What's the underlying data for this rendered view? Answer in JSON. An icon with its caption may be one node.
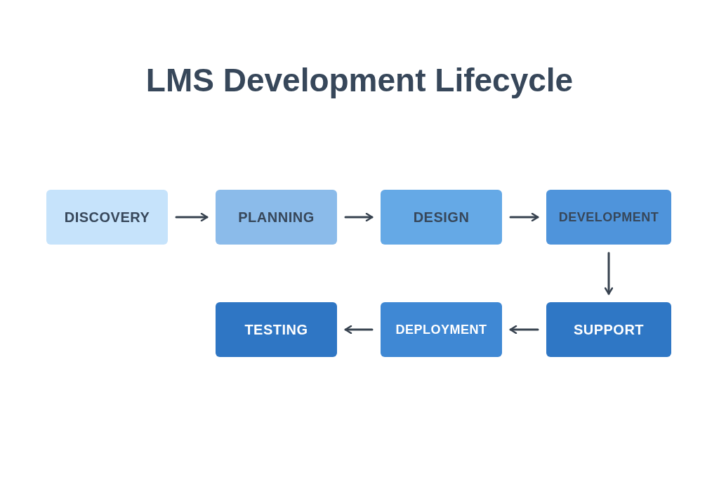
{
  "diagram": {
    "title": "LMS Development Lifecycle",
    "nodes": [
      {
        "text": [
          "DISCOVERY"
        ]
      },
      {
        "text": [
          "PLANNING"
        ]
      },
      {
        "text": [
          "DESIGN"
        ]
      },
      {
        "text": [
          "DEVELOPMENT"
        ]
      },
      {
        "text": [
          "SUPPORT"
        ]
      },
      {
        "text": [
          "DEPLOYMENT"
        ]
      },
      {
        "text": [
          "TESTING"
        ]
      }
    ],
    "edges": [
      {
        "from": 0,
        "to": 1,
        "arrow": "to"
      },
      {
        "from": 1,
        "to": 2,
        "arrow": "to"
      },
      {
        "from": 2,
        "to": 3,
        "arrow": "to"
      },
      {
        "from": 3,
        "to": 4,
        "arrow": "to"
      },
      {
        "from": 4,
        "to": 5,
        "arrow": "to"
      },
      {
        "from": 5,
        "to": 6,
        "arrow": "to"
      }
    ]
  }
}
